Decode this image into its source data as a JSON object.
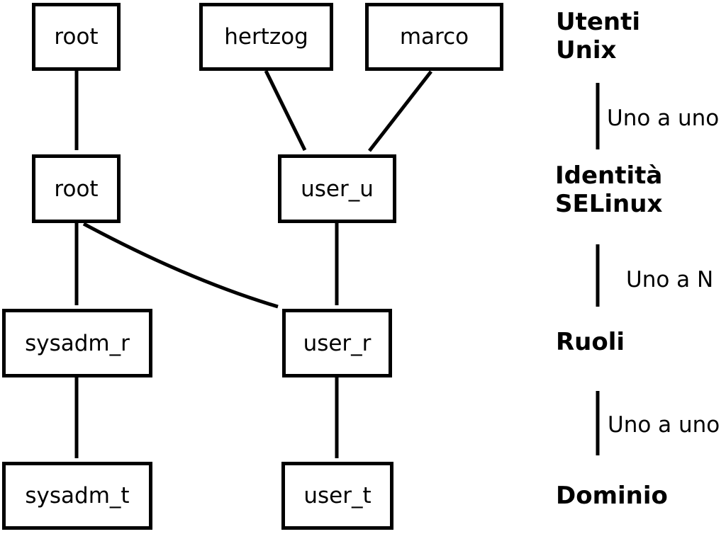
{
  "nodes": {
    "unix_root": "root",
    "unix_hertzog": "hertzog",
    "unix_marco": "marco",
    "selinux_root": "root",
    "selinux_user_u": "user_u",
    "role_sysadm_r": "sysadm_r",
    "role_user_r": "user_r",
    "domain_sysadm_t": "sysadm_t",
    "domain_user_t": "user_t"
  },
  "legend": {
    "level1": "Utenti\nUnix",
    "mapping1": "Uno a uno",
    "level2": "Identità\nSELinux",
    "mapping2": "Uno a N",
    "level3": "Ruoli",
    "mapping3": "Uno a uno",
    "level4": "Dominio"
  },
  "colors": {
    "line": "#000000",
    "background": "#ffffff"
  }
}
